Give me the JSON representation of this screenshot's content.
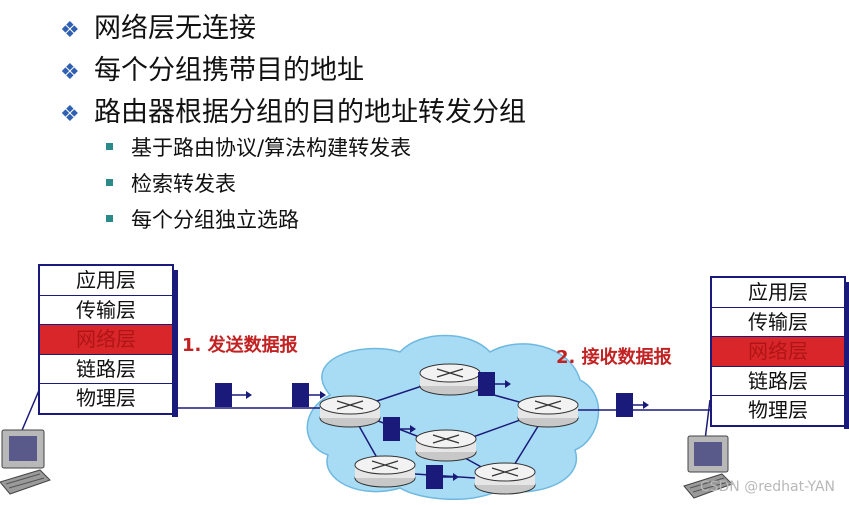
{
  "bullets": [
    "网络层无连接",
    "每个分组携带目的地址",
    "路由器根据分组的目的地址转发分组"
  ],
  "sub_bullets": [
    "基于路由协议/算法构建转发表",
    "检索转发表",
    "每个分组独立选路"
  ],
  "left_stack": [
    "应用层",
    "传输层",
    "网络层",
    "链路层",
    "物理层"
  ],
  "right_stack": [
    "应用层",
    "传输层",
    "网络层",
    "链路层",
    "物理层"
  ],
  "highlight_layer": "网络层",
  "send_label": "1. 发送数据报",
  "recv_label": "2. 接收数据报",
  "watermark": "CSDN @redhat-YAN",
  "colors": {
    "highlight": "#d9262b",
    "cloud": "#a8dcf5",
    "packet": "#1a1a7a",
    "label_red": "#c22222"
  },
  "icons": [
    "diamond-bullet-icon",
    "square-bullet-icon",
    "router-icon",
    "computer-icon",
    "packet-icon"
  ]
}
